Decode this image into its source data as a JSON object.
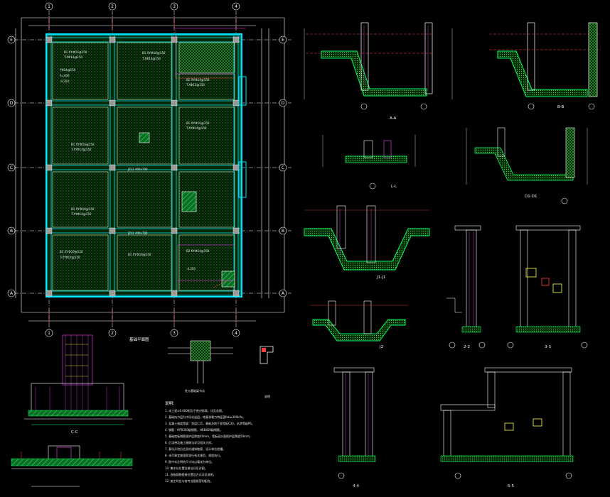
{
  "plan": {
    "axes_x": [
      "1",
      "2",
      "3",
      "4"
    ],
    "axes_y": [
      "E",
      "D",
      "C",
      "B",
      "A"
    ],
    "title": "基础平面图",
    "detail_title": "C-C"
  },
  "sections": {
    "aa": "A-A",
    "bb": "B-B",
    "l1": "L-L",
    "d1": "D1-D1",
    "p1": "J1-J1",
    "p2": "J2",
    "s22": "2-2",
    "s33": "3-3",
    "s44": "4-4",
    "s55": "5-5"
  },
  "notes": {
    "heading": "说明：",
    "lines": [
      "1. 本工程±0.000相当于绝对标高，详见总图。",
      "2. 基础持力层为中风化岩层，地基承载力特征值fak≥300kPa。",
      "3. 混凝土强度等级：垫层C15，基础及地下室墙板C30，抗渗等级P6。",
      "4. 钢筋：HPB300级钢筋，HRB400级钢筋。",
      "5. 基础底板钢筋保护层厚度40mm，墙板迎水面保护层厚度50mm。",
      "6. 后浇带及施工缝做法详见相关大样。",
      "7. 基坑开挖后应及时通知勘察、设计单位验槽。",
      "8. 未尽事宜按国家现行有关规范、规程执行。",
      "9. 图中未注明的尺寸均以毫米为单位。",
      "10. 集水坑位置及做法详见详图。",
      "11. 底板钢筋搭接位置及方式详见说明。",
      "12. 施工时应与各专业图纸密切配合。"
    ]
  }
}
